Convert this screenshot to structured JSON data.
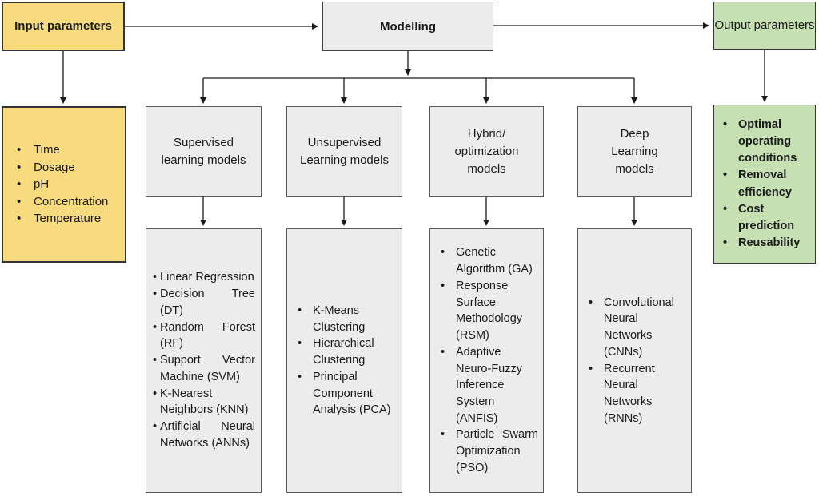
{
  "flowchart": {
    "input": {
      "label": "Input parameters",
      "items": [
        "Time",
        "Dosage",
        "pH",
        "Concentration",
        "Temperature"
      ]
    },
    "modelling": {
      "label": "Modelling"
    },
    "output": {
      "label": "Output parameters",
      "items": [
        "Optimal operating conditions",
        "Removal efficiency",
        "Cost prediction",
        "Reusability"
      ]
    },
    "categories": [
      {
        "label": "Supervised learning models",
        "items": [
          "Linear Regression",
          "Decision Tree (DT)",
          "Random Forest (RF)",
          "Support Vector Machine (SVM)",
          "K-Nearest Neighbors (KNN)",
          "Artificial Neural Networks (ANNs)"
        ]
      },
      {
        "label": "Unsupervised Learning models",
        "items": [
          "K-Means Clustering",
          "Hierarchical Clustering",
          "Principal Component Analysis (PCA)"
        ]
      },
      {
        "label": "Hybrid/ optimization models",
        "items": [
          "Genetic Algorithm (GA)",
          "Response Surface Methodology (RSM)",
          "Adaptive Neuro-Fuzzy Inference System (ANFIS)",
          "Particle Swarm Optimization (PSO)"
        ]
      },
      {
        "label": "Deep Learning models",
        "items": [
          "Convolutional Neural Networks (CNNs)",
          "Recurrent Neural Networks (RNNs)"
        ]
      }
    ],
    "colors": {
      "input_fill": "#F7DB7E",
      "output_fill": "#C6E0B4",
      "model_fill": "#ECECEC",
      "box_border": "#595959",
      "arrow": "#1A1A1A"
    }
  }
}
